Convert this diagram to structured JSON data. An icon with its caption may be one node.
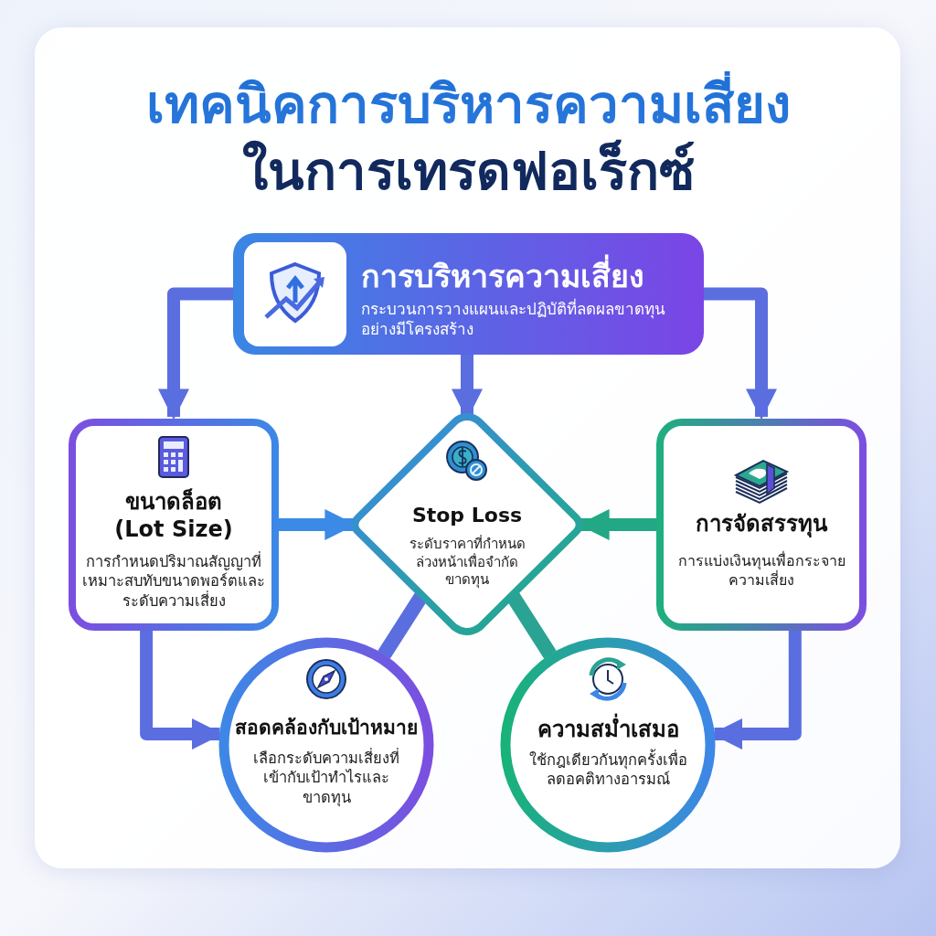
{
  "diagram": {
    "title": "เทคนิคการบริหารความเสี่ยงในการเทรดฟอเร็กซ์",
    "nodes": [
      {
        "text": [
          "การบริหารความเสี่ยง",
          "กระบวนการวางแผนและปฏิบัติที่ลดผลขาดทุนอย่างมีโครงสร้าง"
        ]
      },
      {
        "text": [
          "ขนาดล็อต (Lot Size)",
          "การกำหนดปริมาณสัญญาที่เหมาะสบทับขนาดพอร์ตและระดับความเสี่ยง"
        ]
      },
      {
        "text": [
          "Stop Loss",
          "ระดับราคาที่กำหนดล่วงหน้าเพื่อจำกัดขาดทุน"
        ]
      },
      {
        "text": [
          "การจัดสรรทุน",
          "การแบ่งเงินทุนเพื่อกระจายความเสี่ยง"
        ]
      },
      {
        "text": [
          "สอดคล้องกับเป้าหมาย",
          "เลือกระดับความเสี่ยงที่เข้ากับเป้าทำไรและขาดทุน"
        ]
      },
      {
        "text": [
          "ความสม่ำเสมอ",
          "ใช้กฎเดียวกันทุกครั้งเพื่อลดอคติทางอารมณ์"
        ]
      }
    ],
    "edges": [
      {
        "from": 0,
        "to": 1,
        "arrow": "to"
      },
      {
        "from": 0,
        "to": 2,
        "arrow": "to"
      },
      {
        "from": 0,
        "to": 3,
        "arrow": "to"
      },
      {
        "from": 1,
        "to": 2,
        "arrow": "to",
        "color": "#3b8ae6"
      },
      {
        "from": 3,
        "to": 2,
        "arrow": "to",
        "color": "#22a884"
      },
      {
        "from": 2,
        "to": 4,
        "arrow": "none"
      },
      {
        "from": 2,
        "to": 5,
        "arrow": "none",
        "color": "#2aa393"
      },
      {
        "from": 1,
        "to": 4,
        "arrow": "to"
      },
      {
        "from": 3,
        "to": 5,
        "arrow": "to"
      }
    ]
  }
}
